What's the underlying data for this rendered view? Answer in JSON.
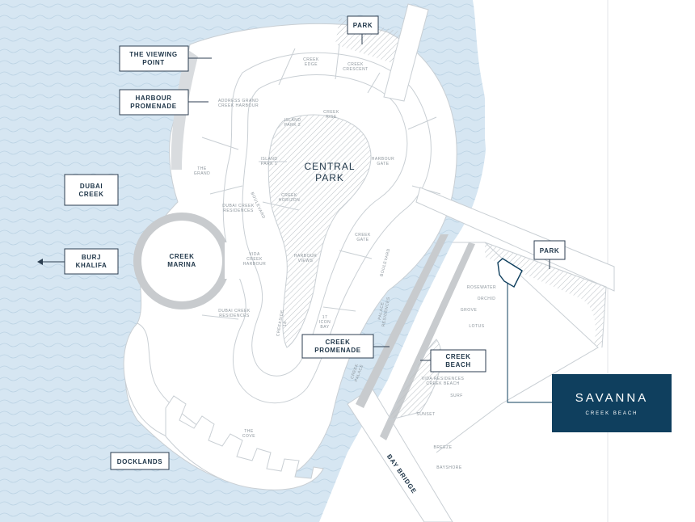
{
  "colors": {
    "water": "#d6e6f2",
    "water_wave": "#bcd3e4",
    "land": "#ffffff",
    "outline": "#c9cfd4",
    "hatch": "#b9bfc4",
    "marina_ring": "#c8cbce",
    "navy": "#1d3447",
    "brand_bg": "#0f3f5e"
  },
  "callouts": {
    "park_top": "PARK",
    "viewing_point": [
      "THE VIEWING",
      "POINT"
    ],
    "harbour_promenade": [
      "HARBOUR",
      "PROMENADE"
    ],
    "dubai_creek": [
      "DUBAI",
      "CREEK"
    ],
    "burj_khalifa": [
      "BURJ",
      "KHALIFA"
    ],
    "park_right": "PARK",
    "creek_promenade": [
      "CREEK",
      "PROMENADE"
    ],
    "creek_beach": [
      "CREEK",
      "BEACH"
    ],
    "docklands": "DOCKLANDS"
  },
  "districts": {
    "central_park": [
      "CENTRAL",
      "PARK"
    ],
    "creek_marina": [
      "CREEK",
      "MARINA"
    ],
    "bay_bridge": "BAY BRIDGE"
  },
  "small_labels": {
    "creek_edge": [
      "CREEK",
      "EDGE"
    ],
    "creek_crescent": [
      "CREEK",
      "CRESCENT"
    ],
    "address_grand": [
      "ADDRESS GRAND",
      "CREEK HARBOUR"
    ],
    "creek_rise": [
      "CREEK",
      "RISE"
    ],
    "island_park_2": [
      "ISLAND",
      "PARK 2"
    ],
    "island_park_1": [
      "ISLAND",
      "PARK 1"
    ],
    "harbour_gate": [
      "HARBOUR",
      "GATE"
    ],
    "the_grand": [
      "THE",
      "GRAND"
    ],
    "dubai_creek_residences_1": [
      "DUBAI CREEK",
      "RESIDENCES"
    ],
    "creek_horizon": [
      "CREEK",
      "HORIZON"
    ],
    "creek_gate": [
      "CREEK",
      "GATE"
    ],
    "vida_creek_harbour": [
      "VIDA",
      "CREEK",
      "HARBOUR"
    ],
    "harbour_views": [
      "HARBOUR",
      "VIEWS"
    ],
    "dubai_creek_residences_2": [
      "DUBAI CREEK",
      "RESIDENCES"
    ],
    "creekside_18": [
      "CREEKSIDE",
      "18"
    ],
    "icon_bay": [
      "17",
      "ICON",
      "BAY"
    ],
    "palace_residences": [
      "PALACE",
      "RESIDENCES"
    ],
    "creek_palace": [
      "CREEK",
      "PALACE"
    ],
    "boulevard_1": "BOULEVARD",
    "boulevard_2": "BOULEVARD",
    "rosewater": "ROSEWATER",
    "orchid": "ORCHID",
    "grove": "GROVE",
    "lotus": "LOTUS",
    "vida_residences": [
      "VIDA RESIDENCES",
      "CREEK BEACH"
    ],
    "surf": "SURF",
    "sunset": "SUNSET",
    "breeze": "BREEZE",
    "bayshore": "BAYSHORE",
    "the_cove": [
      "THE",
      "COVE"
    ]
  },
  "brand": {
    "title": "SAVANNA",
    "subtitle": "CREEK BEACH"
  },
  "icons": {
    "arrow": "arrow-left-icon"
  }
}
